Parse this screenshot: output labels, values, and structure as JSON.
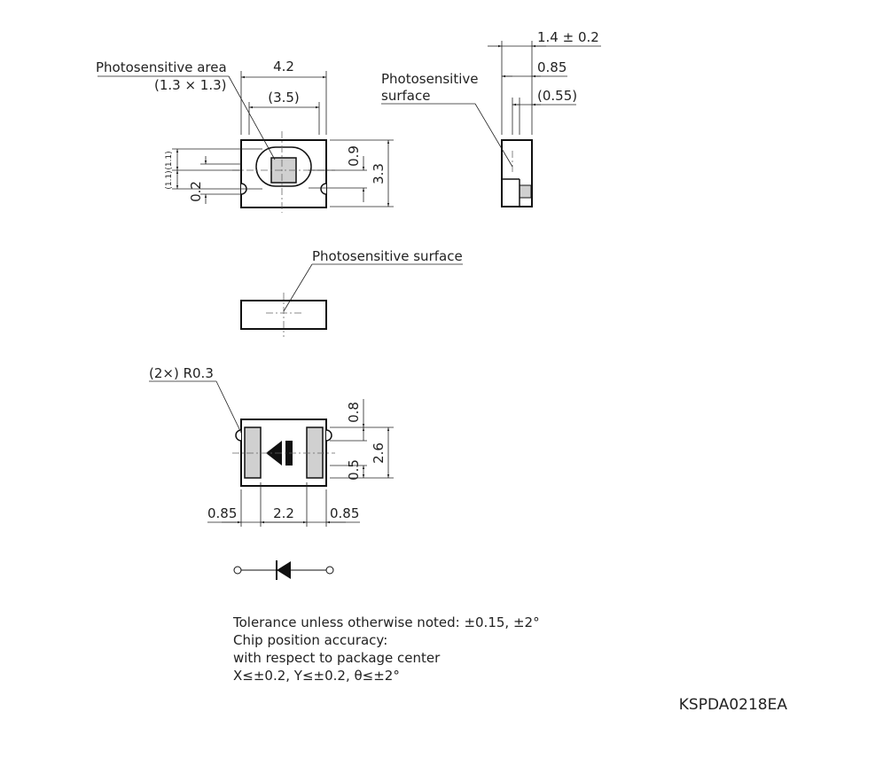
{
  "top_view": {
    "photosensitive_area_label": "Photosensitive area",
    "photosensitive_area_size": "(1.3 × 1.3)",
    "width": "4.2",
    "inner_width": "(3.5)",
    "offset_a": "0.9",
    "height": "3.3",
    "left_dim_top": "(1.1)",
    "left_dim_mid": "(1.1)",
    "left_dim_small": "0.2"
  },
  "side_view": {
    "thickness": "1.4 ± 0.2",
    "depth": "0.85",
    "chip_depth": "(0.55)",
    "photosensitive_surface_line1": "Photosensitive",
    "photosensitive_surface_line2": "surface"
  },
  "front_view": {
    "photosensitive_surface": "Photosensitive surface"
  },
  "bottom_view": {
    "radius": "(2×) R0.3",
    "top_gap": "0.8",
    "pad_height": "2.6",
    "bottom_gap": "0.5",
    "left_pad": "0.85",
    "pad_pitch": "2.2",
    "right_pad": "0.85"
  },
  "notes": {
    "line1": "Tolerance unless otherwise noted: ±0.15, ±2°",
    "line2": "Chip position accuracy:",
    "line3": "with respect to package center",
    "line4": "X≤±0.2, Y≤±0.2, θ≤±2°"
  },
  "drawing_code": "KSPDA0218EA"
}
